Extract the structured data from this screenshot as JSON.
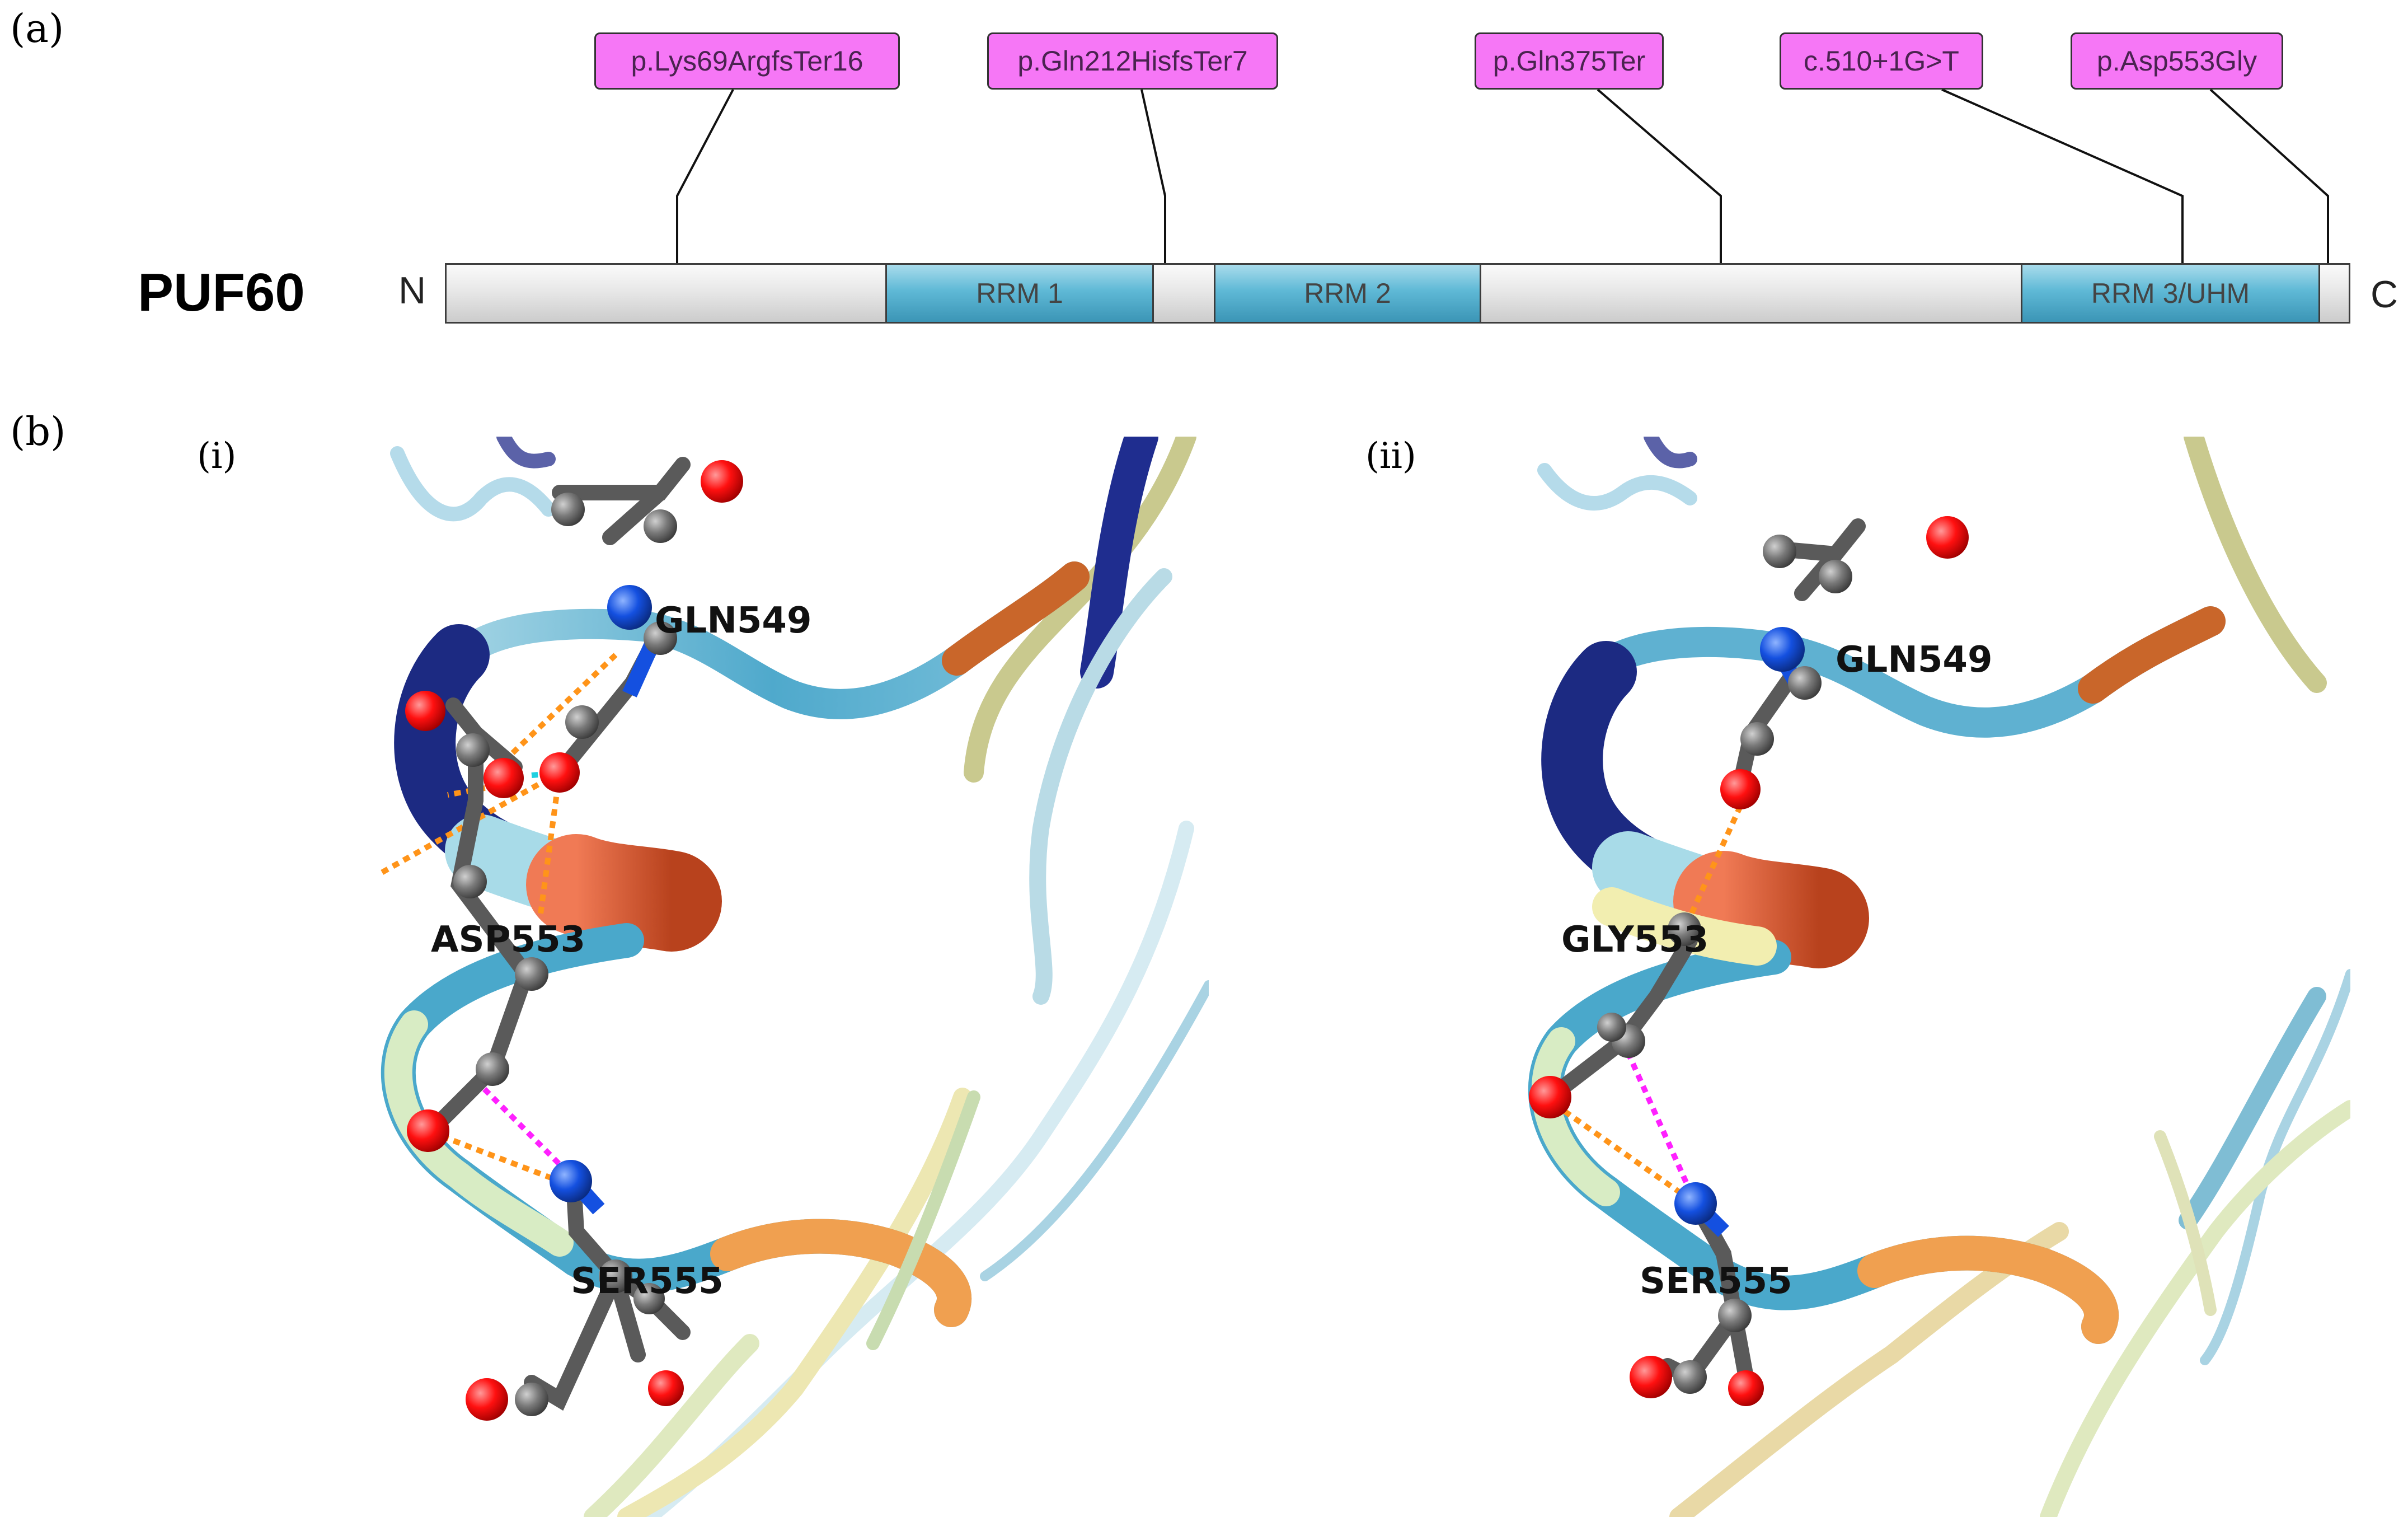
{
  "panels": {
    "a": {
      "letter": "(a)"
    },
    "b": {
      "letter": "(b)"
    }
  },
  "protein": {
    "name": "PUF60",
    "n_term": "N",
    "c_term": "C",
    "domains": [
      "RRM 1",
      "RRM 2",
      "RRM 3/UHM"
    ]
  },
  "mutations": [
    "p.Lys69ArgfsTer16",
    "p.Gln212HisfsTer7",
    "p.Gln375Ter",
    "c.510+1G>T",
    "p.Asp553Gly"
  ],
  "structures": [
    {
      "sublabel": "(i)",
      "residues": [
        "GLN549",
        "ASP553",
        "SER555"
      ]
    },
    {
      "sublabel": "(ii)",
      "residues": [
        "GLN549",
        "GLY553",
        "SER555"
      ]
    }
  ],
  "colors": {
    "mutation_box": "#f677f6",
    "domain_blue": "#5fb9d6",
    "oxygen": "#ff0d0d",
    "nitrogen": "#1450e0",
    "carbon": "#808080",
    "hbond_orange": "#ff9419",
    "contact_magenta": "#ff20ff",
    "contact_cyan": "#20d0e0"
  }
}
